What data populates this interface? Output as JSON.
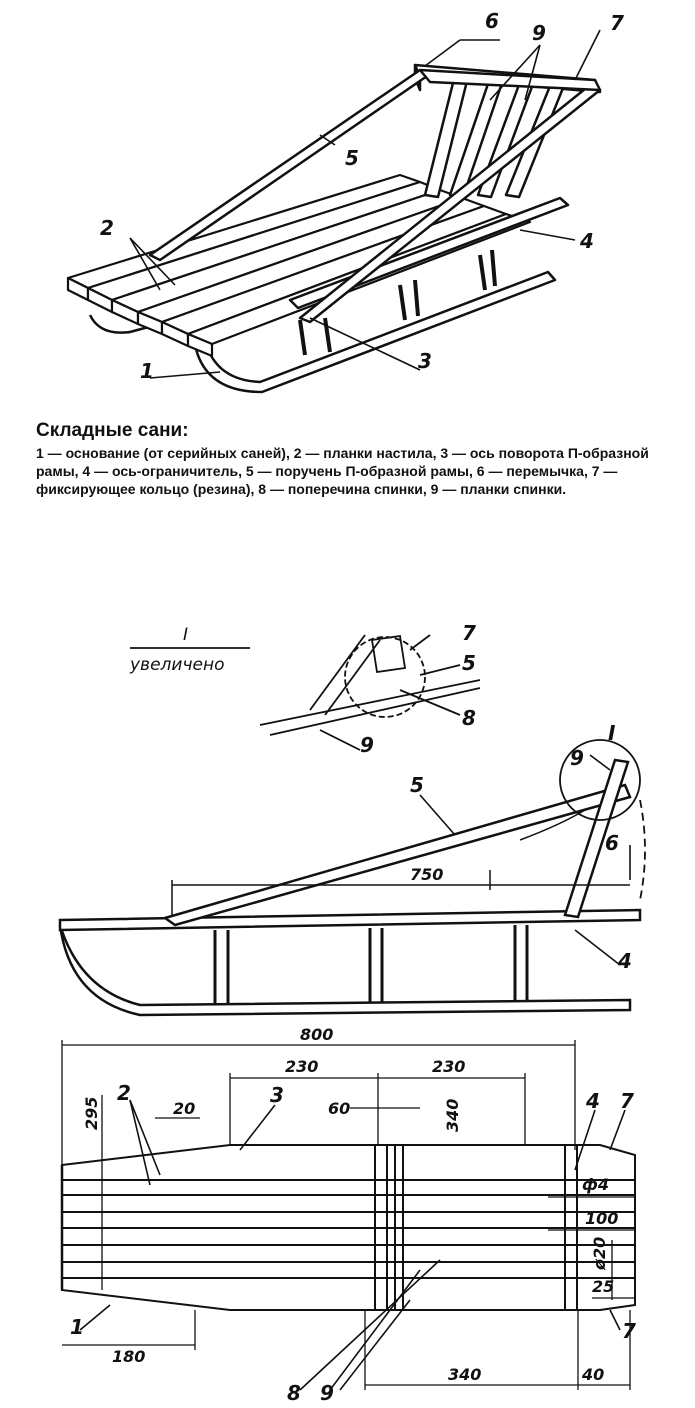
{
  "caption": {
    "title": "Складные сани:",
    "text": "1 — основание (от серийных саней), 2 — планки настила, 3 — ось поворота П-образной рамы, 4 — ось-ограничитель, 5 — поручень П-образной рамы, 6 — перемычка, 7 — фиксирующее кольцо (резина), 8 — поперечина спинки, 9 — планки спинки."
  },
  "iso_view": {
    "labels": {
      "l1": "1",
      "l2": "2",
      "l3": "3",
      "l4": "4",
      "l5": "5",
      "l6": "6",
      "l7": "7",
      "l9": "9"
    }
  },
  "detail": {
    "title_roman": "I",
    "title_word": "увеличено",
    "labels": {
      "l7": "7",
      "l5": "5",
      "l8": "8",
      "l9": "9"
    }
  },
  "side_view": {
    "section_mark": "I",
    "dim_750": "750",
    "labels": {
      "l9": "9",
      "l5": "5",
      "l6": "6",
      "l4": "4"
    }
  },
  "top_view": {
    "dims": {
      "d800": "800",
      "d230a": "230",
      "d230b": "230",
      "d20": "20",
      "d60": "60",
      "d340top": "340",
      "d295": "295",
      "phi4": "ф4",
      "d100": "100",
      "d020": "ø20",
      "d25": "25",
      "d180": "180",
      "d340": "340",
      "d40": "40"
    },
    "labels": {
      "l2": "2",
      "l3": "3",
      "l4": "4",
      "l7a": "7",
      "l1": "1",
      "l8": "8",
      "l9": "9",
      "l7b": "7"
    }
  }
}
